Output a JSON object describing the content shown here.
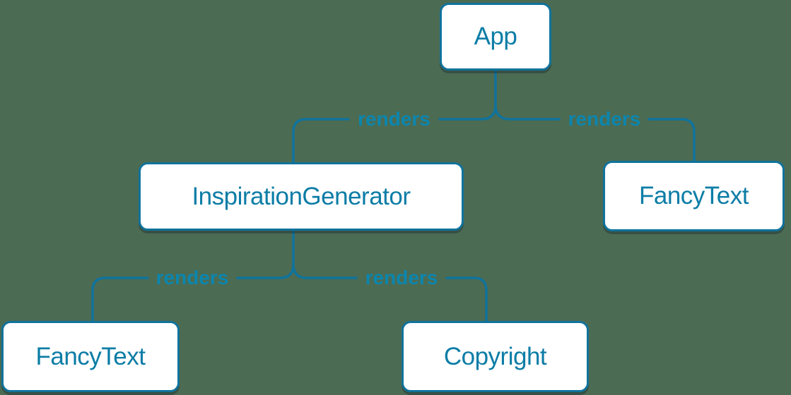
{
  "canvas": {
    "background_color": "#4c6b53"
  },
  "palette": {
    "stroke": "#10739c",
    "node_fill": "#ffffff",
    "node_text": "#0c7da6",
    "edge_label_text": "#0b86ae",
    "shadow": "rgba(18,32,42,0.35)"
  },
  "diagram": {
    "type": "render-tree",
    "nodes": [
      {
        "id": "app",
        "label": "App"
      },
      {
        "id": "inspiration-generator",
        "label": "InspirationGenerator"
      },
      {
        "id": "fancy-text-top",
        "label": "FancyText"
      },
      {
        "id": "fancy-text-bottom",
        "label": "FancyText"
      },
      {
        "id": "copyright",
        "label": "Copyright"
      }
    ],
    "edges": [
      {
        "from": "App",
        "to": "InspirationGenerator",
        "label": "renders"
      },
      {
        "from": "App",
        "to": "FancyText",
        "label": "renders"
      },
      {
        "from": "InspirationGenerator",
        "to": "FancyText",
        "label": "renders"
      },
      {
        "from": "InspirationGenerator",
        "to": "Copyright",
        "label": "renders"
      }
    ]
  }
}
